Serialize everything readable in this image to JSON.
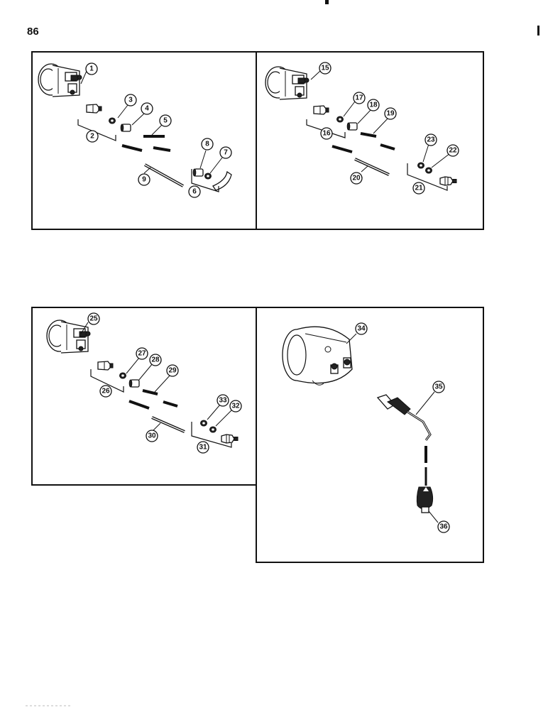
{
  "page": {
    "number": "86"
  },
  "callouts": {
    "c1": "1",
    "c2": "2",
    "c3": "3",
    "c4": "4",
    "c5": "5",
    "c6": "6",
    "c7": "7",
    "c8": "8",
    "c9": "9",
    "c15": "15",
    "c16": "16",
    "c17": "17",
    "c18": "18",
    "c19": "19",
    "c20": "20",
    "c21": "21",
    "c22": "22",
    "c23": "23",
    "c25": "25",
    "c26": "26",
    "c27": "27",
    "c28": "28",
    "c29": "29",
    "c30": "30",
    "c31": "31",
    "c32": "32",
    "c33": "33",
    "c34": "34",
    "c35": "35",
    "c36": "36"
  }
}
